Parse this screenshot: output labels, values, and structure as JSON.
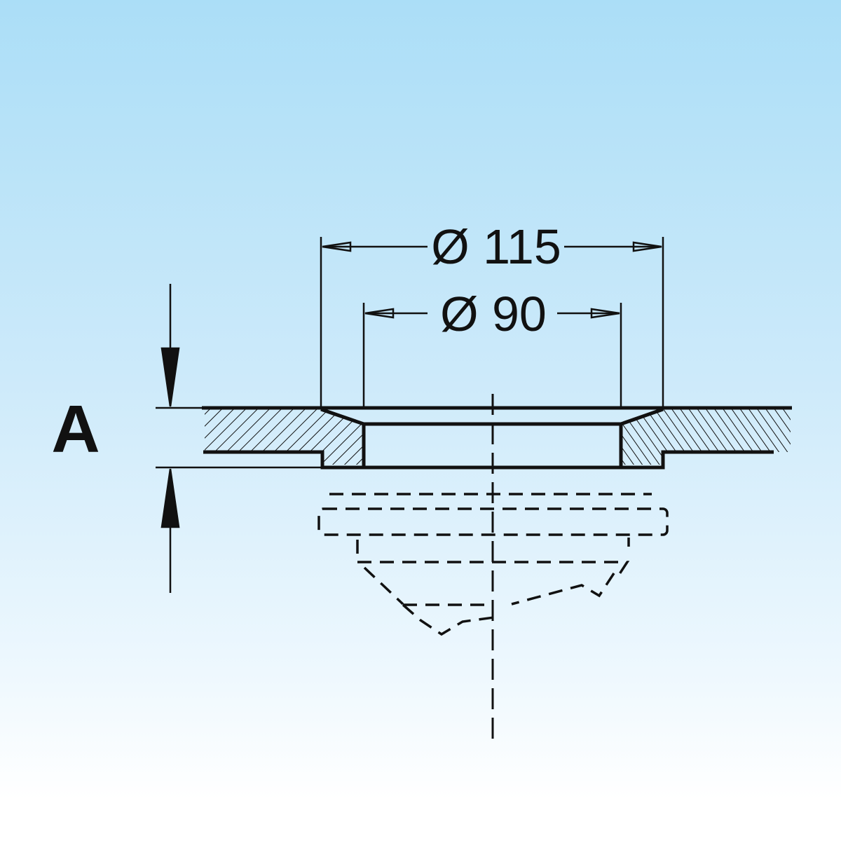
{
  "dimensions": {
    "outer_diameter": "Ø 115",
    "inner_diameter": "Ø 90",
    "height_label": "A"
  },
  "colors": {
    "line": "#111111",
    "background_top": "#abdef7",
    "background_bottom": "#ffffff"
  }
}
